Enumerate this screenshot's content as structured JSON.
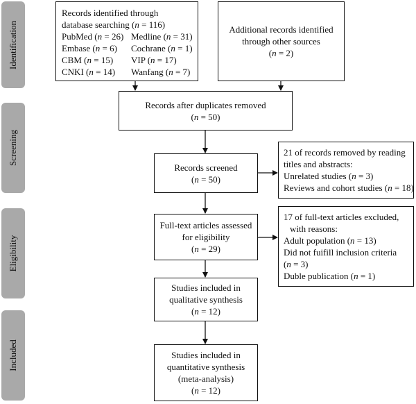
{
  "phases": {
    "identification": "Identification",
    "screening": "Screening",
    "eligibility": "Eligibility",
    "included": "Included"
  },
  "db_search": {
    "title_line1": "Records identified through",
    "title_line2_pre": "database searching (",
    "n_symbol": "n",
    "title_line2_post": " = 116)",
    "sources": [
      {
        "name": "PubMed (",
        "n": "n",
        "rest": " = 26)"
      },
      {
        "name": "Medline (",
        "n": "n",
        "rest": " = 31)"
      },
      {
        "name": "Embase (",
        "n": "n",
        "rest": " = 6)"
      },
      {
        "name": "Cochrane (",
        "n": "n",
        "rest": " = 1)"
      },
      {
        "name": "CBM (",
        "n": "n",
        "rest": " = 15)"
      },
      {
        "name": "VIP (",
        "n": "n",
        "rest": " = 17)"
      },
      {
        "name": "CNKI (",
        "n": "n",
        "rest": " = 14)"
      },
      {
        "name": "Wanfang (",
        "n": "n",
        "rest": " = 7)"
      }
    ]
  },
  "other_sources": {
    "line1": "Additional records identified",
    "line2": "through other sources",
    "line3_pre": "(",
    "n_symbol": "n",
    "line3_post": " = 2)"
  },
  "duplicates": {
    "line1": "Records after duplicates removed",
    "line2_pre": "(",
    "n_symbol": "n",
    "line2_post": " = 50)"
  },
  "screened": {
    "line1": "Records screened",
    "line2_pre": "(",
    "n_symbol": "n",
    "line2_post": " = 50)"
  },
  "removed": {
    "line1": "21 of records removed by reading",
    "line2": "titles and abstracts:",
    "line3_pre": "Unrelated studies (",
    "line3_n": "n",
    "line3_post": " = 3)",
    "line4_pre": "Reviews and cohort studies (",
    "line4_n": "n",
    "line4_post": " = 18)"
  },
  "fulltext": {
    "line1": "Full-text articles assessed",
    "line2": "for eligibility",
    "line3_pre": "(",
    "n_symbol": "n",
    "line3_post": " = 29)"
  },
  "excluded": {
    "line1": "17 of full-text articles excluded,",
    "line2": "with reasons:",
    "line3_pre": "Adult population (",
    "line3_n": "n",
    "line3_post": " = 13)",
    "line4": "Did not fuifill inclusion criteria",
    "line5_pre": "(",
    "line5_n": "n",
    "line5_post": " = 3)",
    "line6_pre": "Duble publication (",
    "line6_n": "n",
    "line6_post": " = 1)"
  },
  "qualitative": {
    "line1": "Studies included in",
    "line2": "qualitative synthesis",
    "line3_pre": "(",
    "n_symbol": "n",
    "line3_post": " = 12)"
  },
  "quantitative": {
    "line1": "Studies included in",
    "line2": "quantitative synthesis",
    "line3": "(meta-analysis)",
    "line4_pre": "(",
    "n_symbol": "n",
    "line4_post": " = 12)"
  }
}
